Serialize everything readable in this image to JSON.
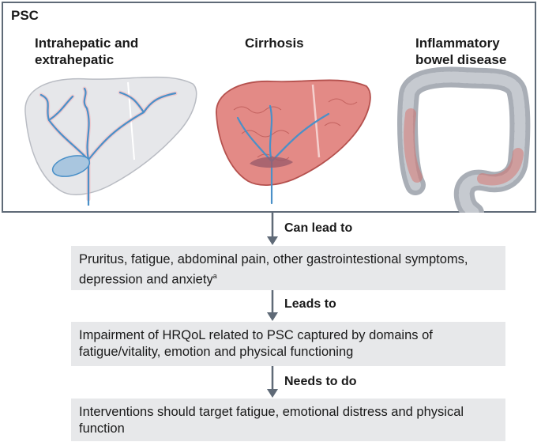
{
  "frame": {
    "title": "PSC",
    "panels": [
      {
        "label_line1": "Intrahepatic and",
        "label_line2": "extrahepatic"
      },
      {
        "label_line1": "Cirrhosis",
        "label_line2": ""
      },
      {
        "label_line1": "Inflammatory",
        "label_line2": "bowel disease"
      }
    ]
  },
  "flow": [
    {
      "arrow_label": "Can lead to",
      "box_text": "Pruritus, fatigue, abdominal pain, other gastrointestional symptoms, depression and anxiety",
      "box_sup": "a"
    },
    {
      "arrow_label": "Leads to",
      "box_text": "Impairment of HRQoL related to PSC captured by domains of fatigue/vitality, emotion and physical functioning",
      "box_sup": ""
    },
    {
      "arrow_label": "Needs to do",
      "box_text": "Interventions should target fatigue, emotional distress and physical function",
      "box_sup": ""
    }
  ],
  "colors": {
    "frame_border": "#5f6a77",
    "box_fill": "#e7e8ea",
    "arrow": "#5f6a77",
    "healthy_liver": "#e6e7ea",
    "cirrhotic_liver": "#e38a86",
    "bile_duct": "#4a90c8",
    "colon": "#a9aeb6",
    "inflammation": "#d9665f"
  }
}
